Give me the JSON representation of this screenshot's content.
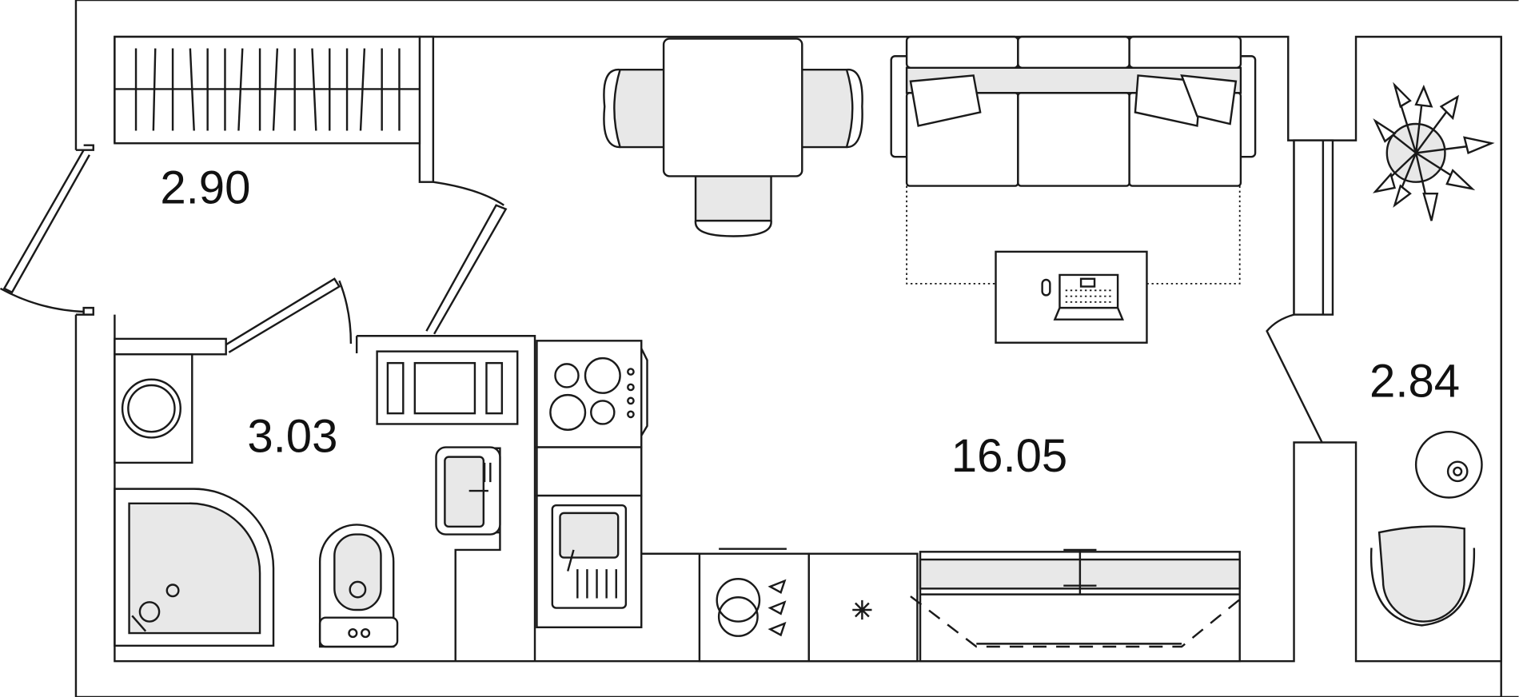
{
  "plan": {
    "rooms": [
      {
        "id": "hallway",
        "area": "2.90"
      },
      {
        "id": "bathroom",
        "area": "3.03"
      },
      {
        "id": "living-room",
        "area": "16.05"
      },
      {
        "id": "balcony",
        "area": "2.84"
      }
    ]
  }
}
